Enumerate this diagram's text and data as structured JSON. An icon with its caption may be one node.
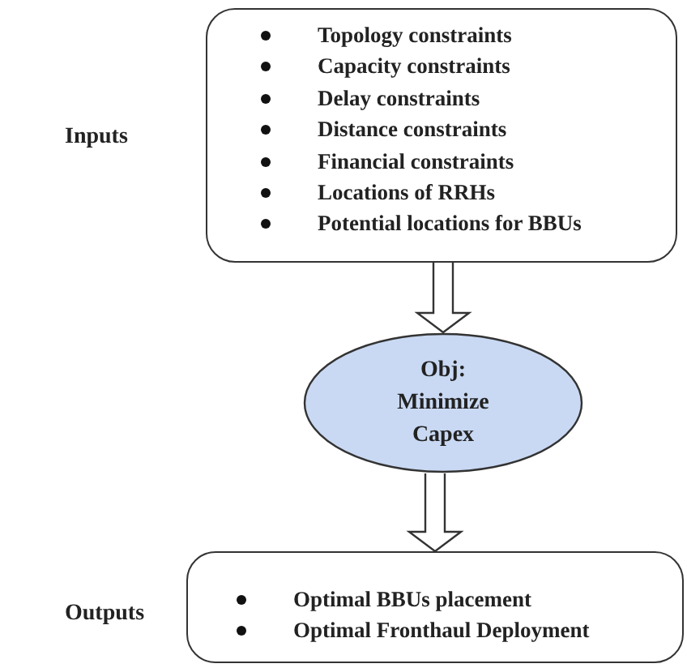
{
  "diagram": {
    "nodes": [
      {
        "text": [
          "Topology constraints",
          "Capacity constraints",
          "Delay constraints",
          "Distance constraints",
          "Financial constraints",
          "Locations of RRHs",
          "Potential locations for BBUs"
        ],
        "beside": [
          "Inputs"
        ]
      },
      {
        "text": [
          "Obj: Minimize Capex"
        ]
      },
      {
        "text": [
          "Optimal BBUs placement",
          "Optimal Fronthaul Deployment"
        ],
        "beside": [
          "Outputs"
        ]
      }
    ],
    "edges": [
      {
        "from": 0,
        "to": 1,
        "arrow": "to"
      },
      {
        "from": 1,
        "to": 2,
        "arrow": "to"
      }
    ]
  }
}
